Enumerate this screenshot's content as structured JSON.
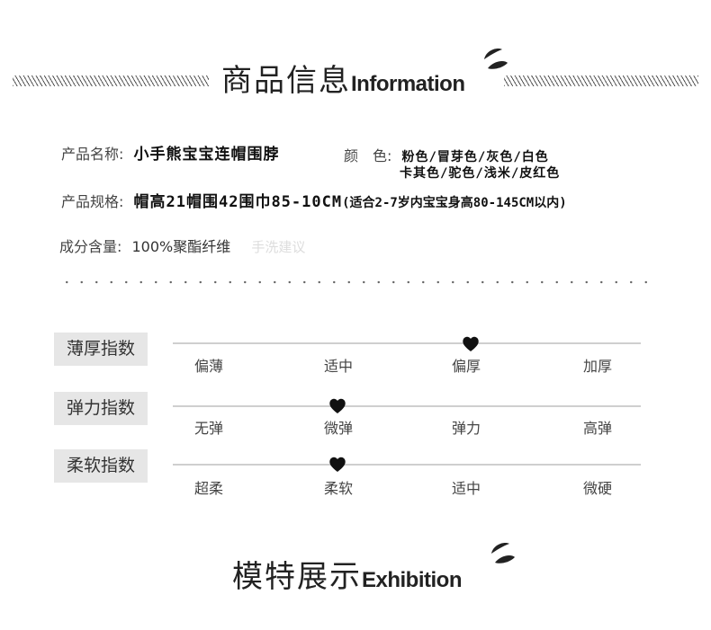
{
  "info_header": {
    "title_zh": "商品信息",
    "title_en": "Information"
  },
  "product": {
    "name_label": "产品名称:",
    "name_value": "小手熊宝宝连帽围脖",
    "color_label": "颜　色:",
    "color_line1": "粉色/冒芽色/灰色/白色",
    "color_line2": "卡其色/驼色/浅米/皮红色",
    "spec_label": "产品规格:",
    "spec_value": "帽高21帽围42围巾85-10CM",
    "spec_note": "(适合2-7岁内宝宝身高80-145CM以内)",
    "material_label": "成分含量:",
    "material_value": "100%聚酯纤维",
    "material_faded": "手洗建议"
  },
  "indices": [
    {
      "label": "薄厚指数",
      "options": [
        "偏薄",
        "适中",
        "偏厚",
        "加厚"
      ],
      "selected_index": 2
    },
    {
      "label": "弹力指数",
      "options": [
        "无弹",
        "微弹",
        "弹力",
        "高弹"
      ],
      "selected_index": 1
    },
    {
      "label": "柔软指数",
      "options": [
        "超柔",
        "柔软",
        "适中",
        "微硬"
      ],
      "selected_index": 1
    }
  ],
  "exhibition_header": {
    "title_zh": "模特展示",
    "title_en": "Exhibition"
  },
  "colors": {
    "accent": "#222222",
    "label_bg": "#e6e6e6",
    "line": "#cfcfcf"
  }
}
